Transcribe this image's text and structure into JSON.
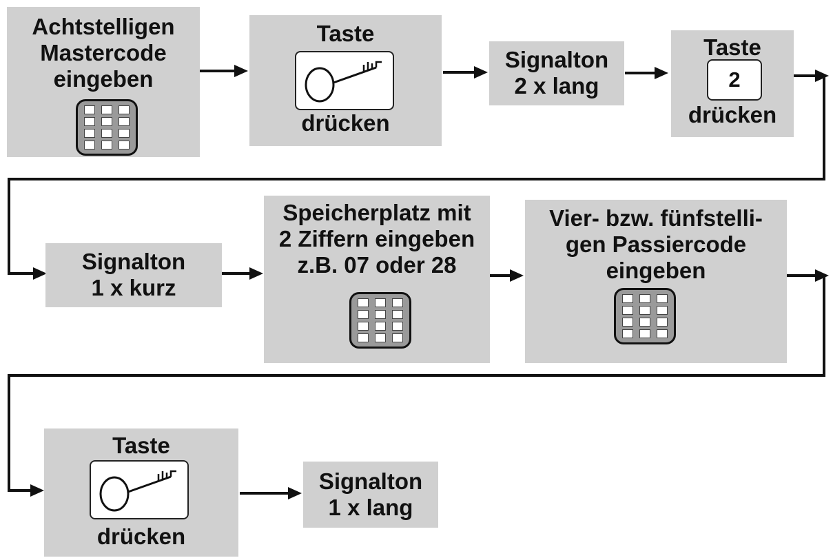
{
  "steps": {
    "master": {
      "lines": [
        "Achtstelligen",
        "Mastercode",
        "eingeben"
      ],
      "icon": "keypad-icon"
    },
    "taste_key_1": {
      "top": "Taste",
      "bottom": "drücken",
      "icon": "key-icon"
    },
    "signal_2_lang": {
      "lines": [
        "Signalton",
        "2 x lang"
      ]
    },
    "taste_2": {
      "top": "Taste",
      "key": "2",
      "bottom": "drücken"
    },
    "signal_1_kurz": {
      "lines": [
        "Signalton",
        "1 x kurz"
      ]
    },
    "speicherplatz": {
      "lines": [
        "Speicherplatz mit",
        "2 Ziffern eingeben",
        "z.B. 07 oder 28"
      ],
      "icon": "keypad-icon"
    },
    "passiercode": {
      "lines": [
        "Vier- bzw. fünfstelli-",
        "gen Passiercode",
        "eingeben"
      ],
      "icon": "keypad-icon"
    },
    "taste_key_2": {
      "top": "Taste",
      "bottom": "drücken",
      "icon": "key-icon"
    },
    "signal_1_lang": {
      "lines": [
        "Signalton",
        "1 x lang"
      ]
    }
  },
  "colors": {
    "box": "#d0d0d0",
    "line": "#111111"
  }
}
